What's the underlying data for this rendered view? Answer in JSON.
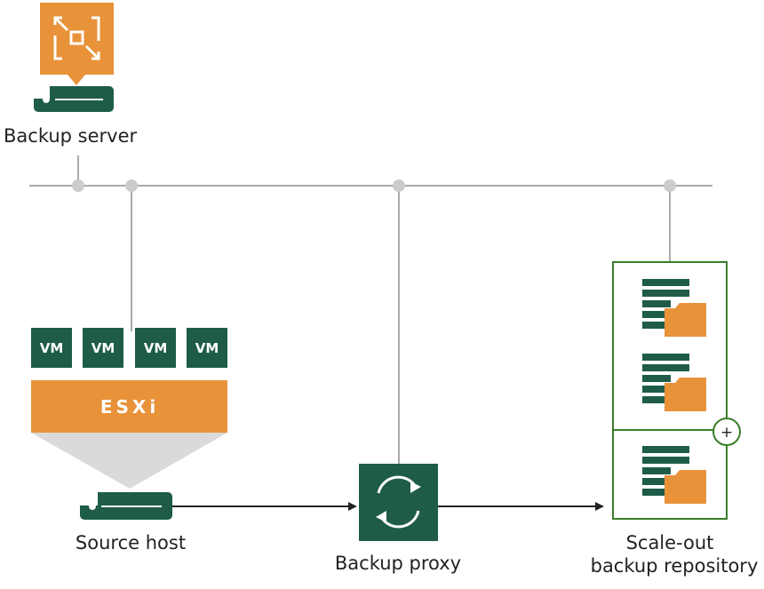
{
  "labels": {
    "backup_server": "Backup server",
    "source_host": "Source host",
    "backup_proxy": "Backup proxy",
    "scale_out_line1": "Scale-out",
    "scale_out_line2": "backup repository"
  },
  "vms": [
    "VM",
    "VM",
    "VM",
    "VM"
  ],
  "esxi": "ESXi",
  "extent_add_symbol": "+",
  "colors": {
    "green": "#1e5c49",
    "orange": "#e8923a",
    "line": "#aaaaaa",
    "border_green": "#3a7d2a",
    "cone": "#dadada"
  }
}
